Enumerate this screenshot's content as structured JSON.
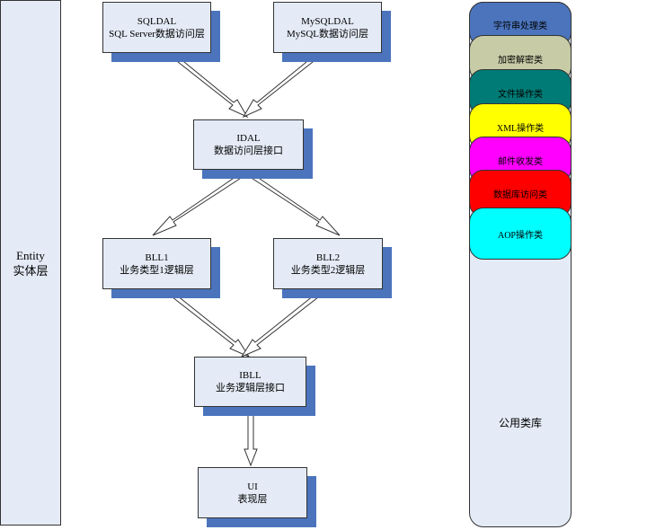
{
  "entity": {
    "line1": "Entity",
    "line2": "实体层"
  },
  "layers": {
    "sqldal": {
      "line1": "SQLDAL",
      "line2": "SQL Server数据访问层"
    },
    "mysqldal": {
      "line1": "MySQLDAL",
      "line2": "MySQL数据访问层"
    },
    "idal": {
      "line1": "IDAL",
      "line2": "数据访问层接口"
    },
    "bll1": {
      "line1": "BLL1",
      "line2": "业务类型1逻辑层"
    },
    "bll2": {
      "line1": "BLL2",
      "line2": "业务类型2逻辑层"
    },
    "ibll": {
      "line1": "IBLL",
      "line2": "业务逻辑层接口"
    },
    "ui": {
      "line1": "UI",
      "line2": "表现层"
    }
  },
  "library": {
    "title": "公用类库",
    "items": [
      {
        "label": "字符串处理类",
        "color": "#4b74bd"
      },
      {
        "label": "加密解密类",
        "color": "#c8cca6"
      },
      {
        "label": "文件操作类",
        "color": "#007b76"
      },
      {
        "label": "XML操作类",
        "color": "#ffff00"
      },
      {
        "label": "邮件收发类",
        "color": "#ff00ff"
      },
      {
        "label": "数据库访问类",
        "color": "#ff0000"
      },
      {
        "label": "AOP操作类",
        "color": "#00ffff"
      }
    ]
  },
  "colors": {
    "box_fill": "#e4ebf6",
    "shadow": "#4b74bd",
    "border": "#333333"
  }
}
